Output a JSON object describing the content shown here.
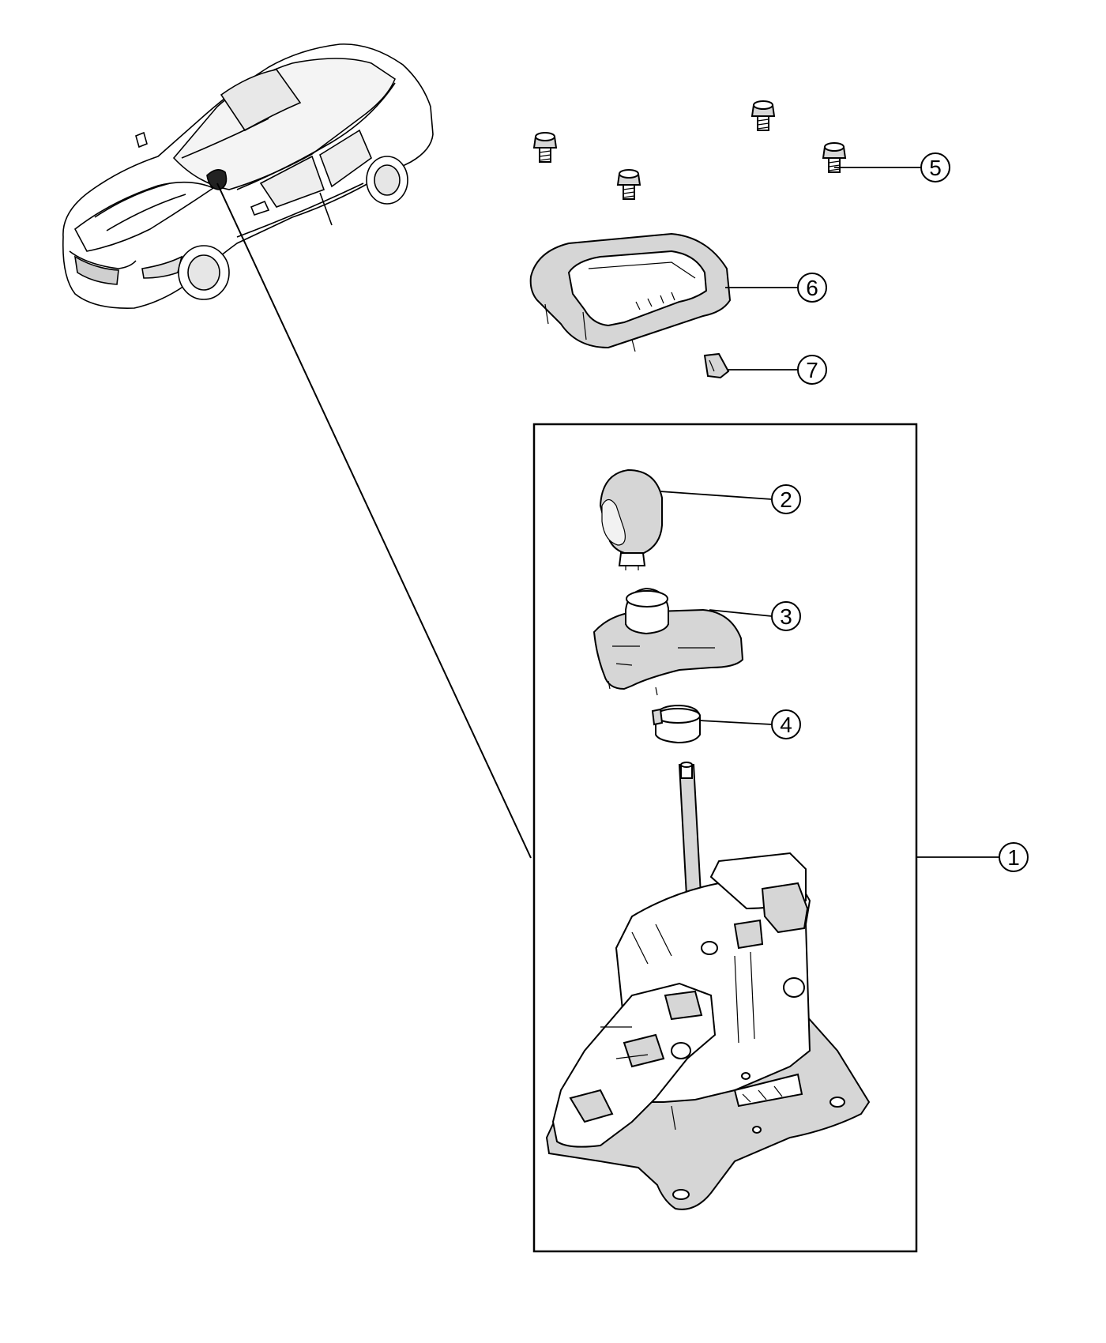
{
  "diagram": {
    "callouts": [
      {
        "id": "c1",
        "label": "1"
      },
      {
        "id": "c2",
        "label": "2"
      },
      {
        "id": "c3",
        "label": "3"
      },
      {
        "id": "c4",
        "label": "4"
      },
      {
        "id": "c5",
        "label": "5"
      },
      {
        "id": "c6",
        "label": "6"
      },
      {
        "id": "c7",
        "label": "7"
      }
    ],
    "colors": {
      "line": "#000000",
      "background": "#ffffff",
      "shade": "#d6d6d6"
    }
  }
}
